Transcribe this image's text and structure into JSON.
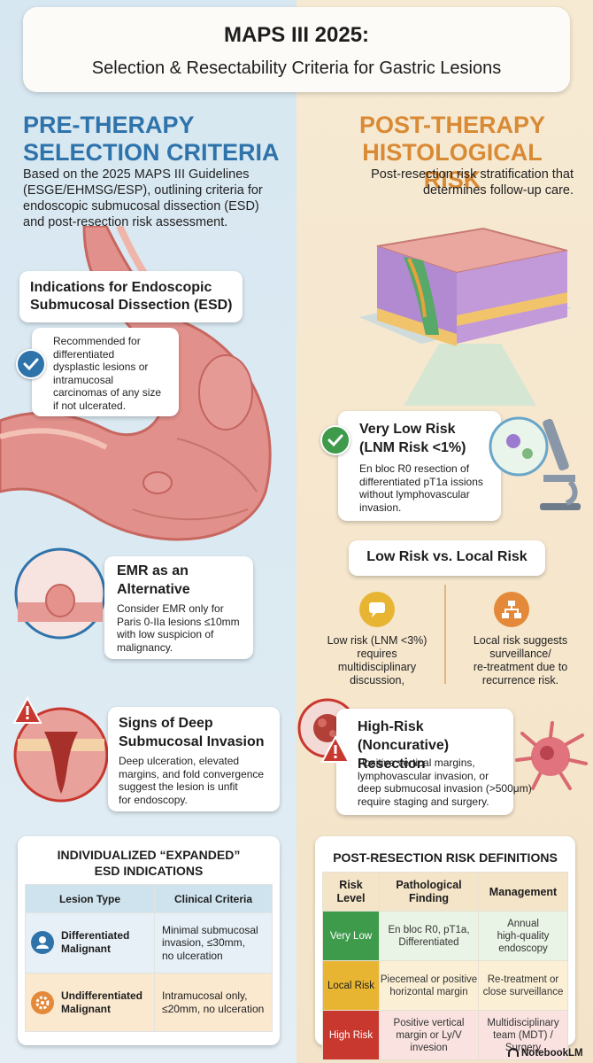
{
  "title": {
    "main": "MAPS III 2025:",
    "subtitle": "Selection & Resectability Criteria for Gastric Lesions"
  },
  "left": {
    "heading_line1": "PRE-THERAPY",
    "heading_line2": "SELECTION CRITERIA",
    "intro_line1": "Based on the 2025 MAPS III Guidelines",
    "intro_line2": "(ESGE/EHMSG/ESP), outlining criteria for",
    "intro_line3": "endoscopic submucosal dissection (ESD)",
    "intro_line4": "and post-resection risk assessment.",
    "esd_title_line1": "Indications for Endoscopic",
    "esd_title_line2": "Submucosal Dissection (ESD)",
    "esd_text_line1": "Recommended for",
    "esd_text_line2": "differentiated",
    "esd_text_line3": "dysplastic lesions or",
    "esd_text_line4": "intramucosal",
    "esd_text_line5": "carcinomas of any size",
    "esd_text_line6": "if not ulcerated.",
    "emr_title_line1": "EMR as an",
    "emr_title_line2": "Alternative",
    "emr_text_line1": "Consider EMR only for",
    "emr_text_line2": "Paris 0-IIa lesions ≤10mm",
    "emr_text_line3": "with low suspicion of",
    "emr_text_line4": "malignancy.",
    "deep_title_line1": "Signs of Deep",
    "deep_title_line2": "Submucosal Invasion",
    "deep_text_line1": "Deep ulceration, elevated",
    "deep_text_line2": "margins, and fold convergence",
    "deep_text_line3": "suggest the lesion is unfit",
    "deep_text_line4": "for endoscopy.",
    "expanded_title_line1": "INDIVIDUALIZED “EXPANDED”",
    "expanded_title_line2": "ESD INDICATIONS",
    "expanded_table": {
      "col1": "Lesion Type",
      "col2": "Clinical Criteria",
      "rows": [
        {
          "type_line1": "Differentiated",
          "type_line2": "Malignant",
          "crit_line1": "Minimal submucosal",
          "crit_line2": "invasion, ≤30mm,",
          "crit_line3": "no ulceration"
        },
        {
          "type_line1": "Undifferentiated",
          "type_line2": "Malignant",
          "crit_line1": "Intramucosal only,",
          "crit_line2": "≤20mm, no ulceration",
          "crit_line3": ""
        }
      ]
    }
  },
  "right": {
    "heading_line1": "POST-THERAPY",
    "heading_line2": "HISTOLOGICAL RISK",
    "intro_line1": "Post-resection risk stratification that",
    "intro_line2": "determines follow-up care.",
    "vlr_title_line1": "Very Low Risk",
    "vlr_title_line2": "(LNM Risk <1%)",
    "vlr_text_line1": "En bloc R0 resection of",
    "vlr_text_line2": "differentiated pT1a issions",
    "vlr_text_line3": "without lymphovascular",
    "vlr_text_line4": "invasion.",
    "lowlocal_title": "Low Risk vs. Local Risk",
    "low_text_line1": "Low risk (LNM <3%)",
    "low_text_line2": "requires",
    "low_text_line3": "multidisciplinary",
    "low_text_line4": "discussion,",
    "local_text_line1": "Local risk suggests",
    "local_text_line2": "surveillance/",
    "local_text_line3": "re-treatment due to",
    "local_text_line4": "recurrence risk.",
    "high_title_line1": "High-Risk (Noncurative)",
    "high_title_line2": "Resection",
    "high_text_line1": "Positive vertical margins,",
    "high_text_line2": "lymphovascular invasion, or",
    "high_text_line3": "deep submucosal invasion (>500μm)",
    "high_text_line4": "require staging and surgery.",
    "defs_title": "POST-RESECTION RISK DEFINITIONS",
    "defs_table": {
      "col1_line1": "Risk",
      "col1_line2": "Level",
      "col2_line1": "Pathological",
      "col2_line2": "Finding",
      "col3": "Management",
      "rows": [
        {
          "level": "Very Low",
          "find_line1": "En bloc R0, pT1a,",
          "find_line2": "Differentiated",
          "find_line3": "",
          "mgmt_line1": "Annual",
          "mgmt_line2": "high-quality",
          "mgmt_line3": "endoscopy",
          "color": "#3f9b4c"
        },
        {
          "level": "Local Risk",
          "find_line1": "Piecemeal or positive",
          "find_line2": "horizontal margin",
          "find_line3": "",
          "mgmt_line1": "Re-treatment or",
          "mgmt_line2": "close surveillance",
          "mgmt_line3": "",
          "color": "#e8b533"
        },
        {
          "level": "High Risk",
          "find_line1": "Positive vertical",
          "find_line2": "margin or Ly/V",
          "find_line3": "invesion",
          "mgmt_line1": "Multidisciplinary",
          "mgmt_line2": "team (MDT) /",
          "mgmt_line3": "Surgery",
          "color": "#c8382f"
        }
      ]
    }
  },
  "brand": "NotebookLM",
  "colors": {
    "blue_heading": "#2f73ab",
    "orange_heading": "#d98a35",
    "check_blue": "#2f73ab",
    "check_green": "#3f9b4c",
    "warn_red": "#c8382f",
    "icon_yellow": "#e8b533",
    "icon_orange": "#e4893a"
  },
  "icons": [
    "check-icon",
    "warning-icon",
    "chat-icon",
    "network-icon",
    "microscope-icon",
    "user-icon",
    "gear-icon",
    "notebook-icon"
  ]
}
